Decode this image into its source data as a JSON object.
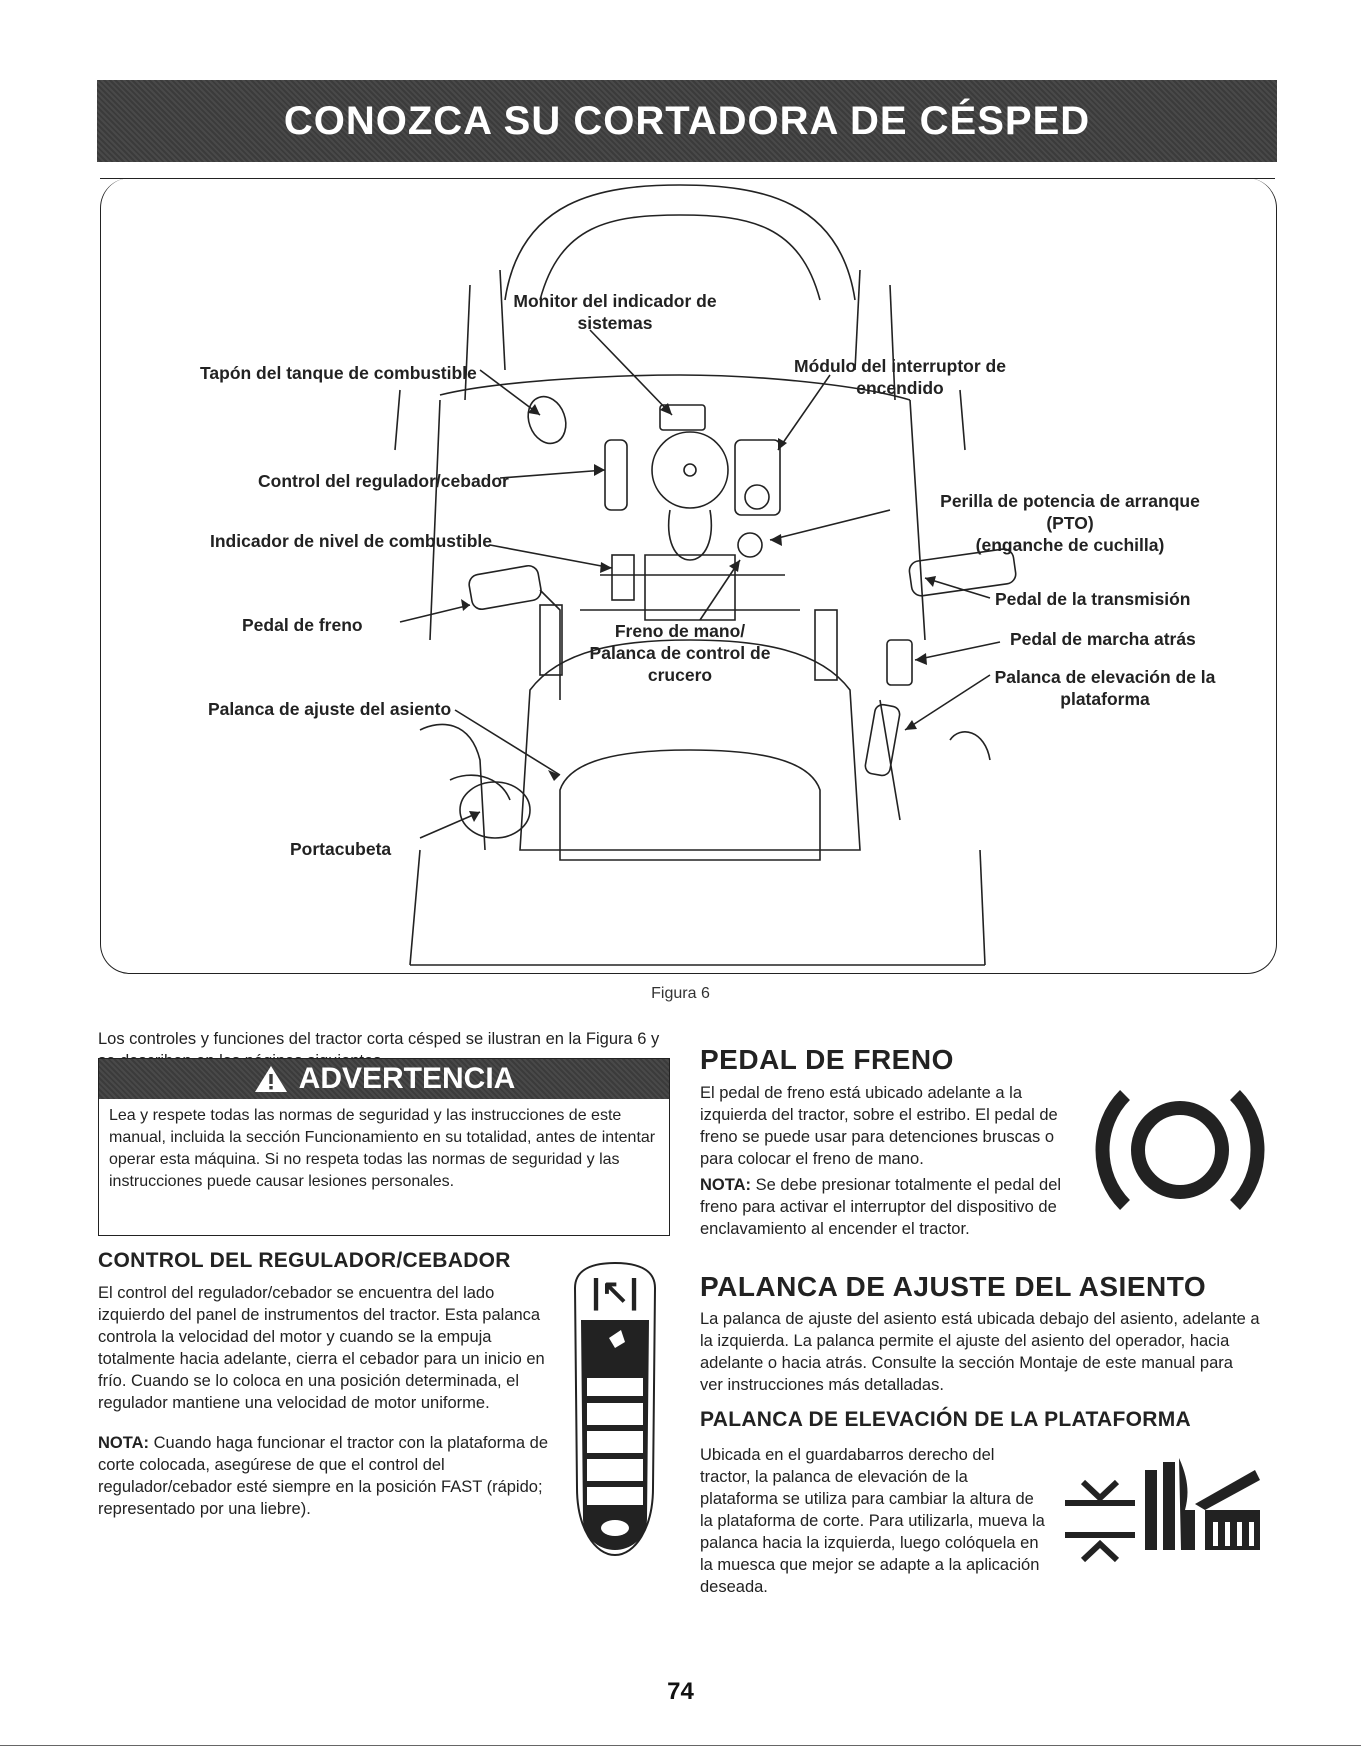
{
  "header": {
    "title": "CONOZCA SU CORTADORA DE CÉSPED"
  },
  "figure": {
    "callouts": {
      "monitor": "Monitor del indicador de\nsistemas",
      "fuel_cap": "Tapón del tanque de combustible",
      "ignition": "Módulo del interruptor de\nencendido",
      "throttle": "Control del regulador/cebador",
      "pto": "Perilla de potencia de arranque (PTO)\n(enganche de cuchilla)",
      "fuel_gauge": "Indicador de nivel de combustible",
      "transmission": "Pedal de la transmisión",
      "brake_pedal": "Pedal de freno",
      "parking": "Freno de mano/\nPalanca de control de\ncrucero",
      "reverse": "Pedal de marcha atrás",
      "deck_lift": "Palanca de elevación de la\nplataforma",
      "seat_lever": "Palanca de ajuste del asiento",
      "cup_holder": "Portacubeta"
    },
    "caption": "Figura 6"
  },
  "intro": "Los controles y funciones del tractor corta césped se ilustran en la Figura 6 y se describen en las páginas siguientes.",
  "warning": {
    "title": "ADVERTENCIA",
    "body": "Lea y respete todas las normas de seguridad y las instrucciones de este manual, incluida la sección Funcionamiento en su totalidad, antes de intentar operar esta máquina. Si no respeta todas las normas de seguridad y las instrucciones puede causar lesiones personales."
  },
  "throttle": {
    "heading": "CONTROL DEL REGULADOR/CEBADOR",
    "body": "El control del regulador/cebador se encuentra del lado izquierdo del panel de instrumentos del tractor. Esta palanca controla la velocidad del motor y cuando se la empuja totalmente hacia adelante, cierra el cebador para un inicio en frío. Cuando se lo coloca en una posición determinada, el regulador mantiene una velocidad de motor uniforme.",
    "nota_label": "NOTA:",
    "nota": " Cuando haga funcionar el tractor con la plataforma de corte colocada, asegúrese de que el control del regulador/cebador esté siempre en la posición FAST (rápido; representado por una liebre)."
  },
  "brake": {
    "heading": "PEDAL DE FRENO",
    "body": "El pedal de freno está ubicado adelante a la izquierda del tractor, sobre el estribo. El pedal de freno se puede usar para detenciones bruscas o para colocar el freno de mano.",
    "nota_label": "NOTA:",
    "nota": " Se debe presionar totalmente el pedal del freno para activar el interruptor del dispositivo de enclavamiento al encender el tractor."
  },
  "seat": {
    "heading": "PALANCA DE AJUSTE DEL ASIENTO",
    "body": "La palanca de ajuste del asiento está ubicada debajo del asiento, adelante a la izquierda. La palanca permite el ajuste del asiento del operador, hacia adelante o hacia atrás. Consulte la sección Montaje de este manual para ver instrucciones más detalladas."
  },
  "deck": {
    "heading": "PALANCA DE ELEVACIÓN DE LA PLATAFORMA",
    "body": "Ubicada en el guardabarros derecho del tractor, la palanca de elevación de la plataforma se utiliza para cambiar la altura de la plataforma de corte. Para utilizarla, mueva la palanca hacia la izquierda, luego colóquela en la muesca que mejor se adapte a la aplicación deseada."
  },
  "page_number": "74"
}
